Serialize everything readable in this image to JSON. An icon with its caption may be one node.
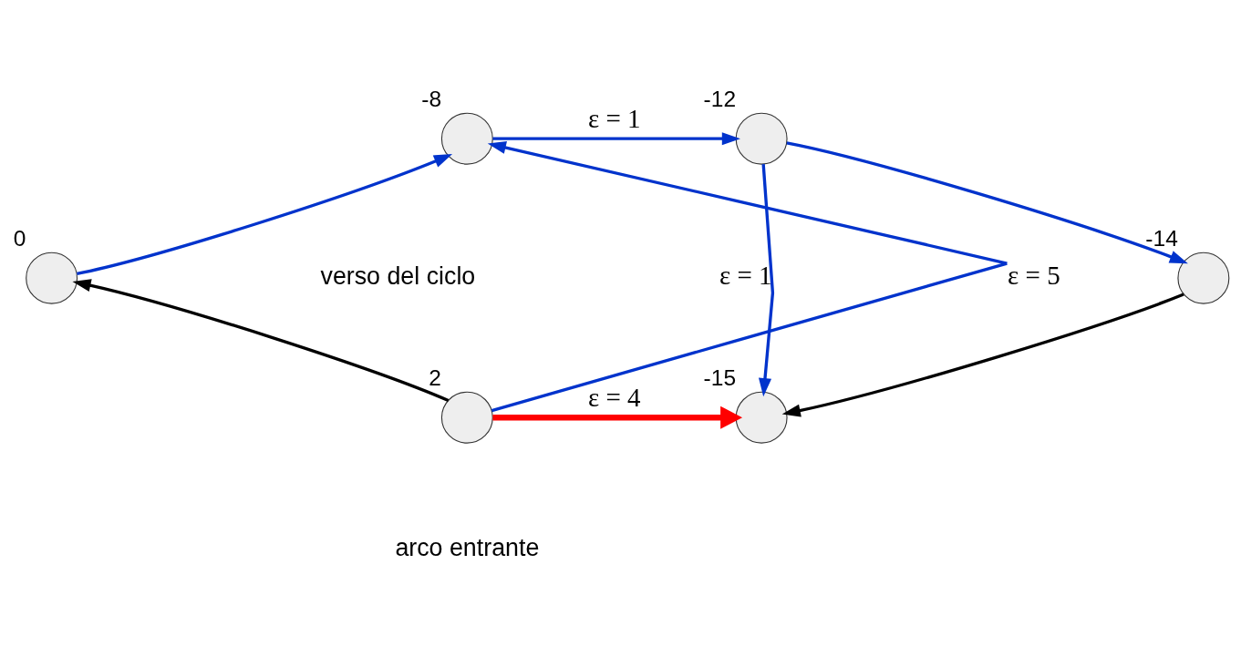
{
  "diagram": {
    "nodes": [
      {
        "text": [],
        "shape": "circle",
        "beside": [
          "0"
        ]
      },
      {
        "text": [],
        "shape": "circle",
        "beside": [
          "-8"
        ]
      },
      {
        "text": [],
        "shape": "circle",
        "beside": [
          "2"
        ]
      },
      {
        "text": [],
        "shape": "circle",
        "beside": [
          "-12"
        ]
      },
      {
        "text": [],
        "shape": "circle",
        "beside": [
          "-15"
        ]
      },
      {
        "text": [],
        "shape": "circle",
        "beside": [
          "-14"
        ]
      }
    ],
    "edges": [
      {
        "from": 0,
        "to": 1,
        "arrow": "to"
      },
      {
        "from": 2,
        "to": 0,
        "arrow": "to",
        "color": "#000000"
      },
      {
        "from": 2,
        "to": 1,
        "arrow": "to",
        "label": "ε = 5"
      },
      {
        "from": 1,
        "to": 3,
        "arrow": "to",
        "label": "ε = 1"
      },
      {
        "from": 3,
        "to": 4,
        "arrow": "to",
        "label": "ε = 1"
      },
      {
        "from": 3,
        "to": 5,
        "arrow": "to"
      },
      {
        "from": 5,
        "to": 4,
        "arrow": "to",
        "color": "#000000"
      },
      {
        "from": 2,
        "to": 4,
        "arrow": "to",
        "label": "ε = 4",
        "style": "thick",
        "color": "#ff0000"
      }
    ],
    "labels": [
      "verso del ciclo",
      "arco entrante"
    ]
  }
}
